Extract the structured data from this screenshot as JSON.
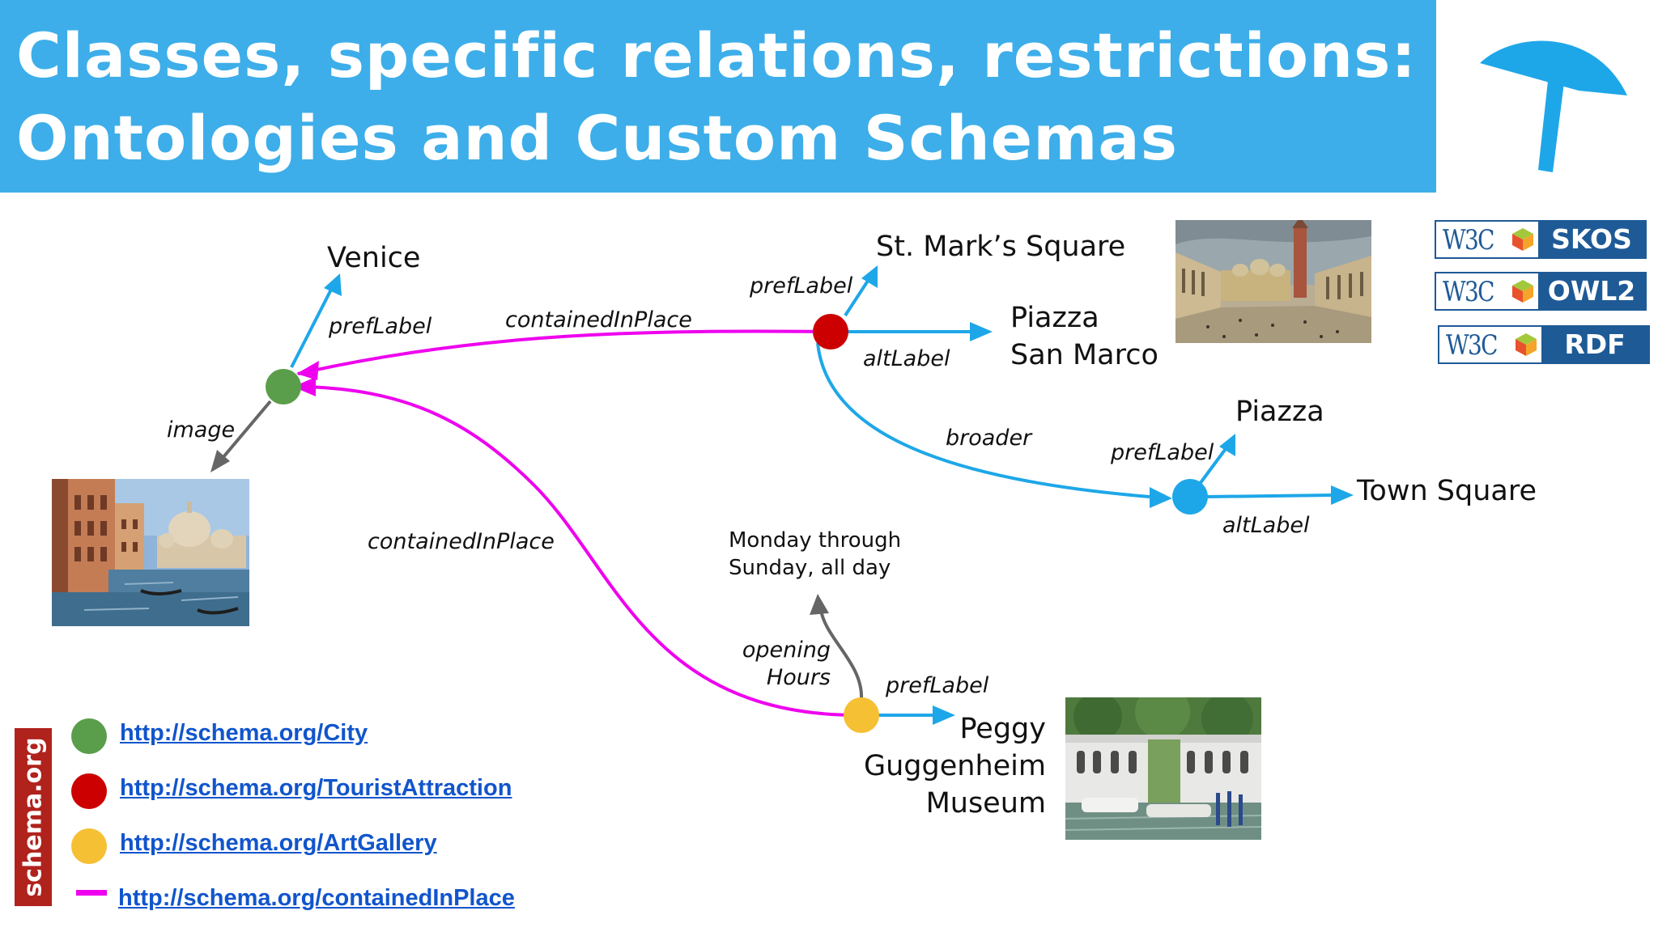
{
  "header": {
    "title_line1": "Classes, specific relations, restrictions:",
    "title_line2": "Ontologies and Custom Schemas",
    "background": "#3daee9"
  },
  "colors": {
    "city": "#5a9e4b",
    "tourist_attraction": "#cc0000",
    "art_gallery": "#f5c033",
    "concept": "#1ea7e8",
    "contained_in_place": "#ee00ee",
    "skos_edges": "#1ea7e8",
    "image_edge": "#666666"
  },
  "diagram": {
    "nodes": {
      "venice": "Venice",
      "st_marks_square": "St. Mark’s Square",
      "piazza_san_marco_1": "Piazza",
      "piazza_san_marco_2": "San Marco",
      "piazza": "Piazza",
      "town_square": "Town Square",
      "peggy_1": "Peggy",
      "peggy_2": "Guggenheim",
      "peggy_3": "Museum",
      "hours_1": "Monday through",
      "hours_2": "Sunday, all day"
    },
    "edges": {
      "venice_preflabel": "prefLabel",
      "venice_image": "image",
      "marks_contained": "containedInPlace",
      "marks_preflabel": "prefLabel",
      "marks_altlabel": "altLabel",
      "marks_broader": "broader",
      "piazza_preflabel": "prefLabel",
      "piazza_altlabel": "altLabel",
      "peggy_contained": "containedInPlace",
      "peggy_hours_1": "opening",
      "peggy_hours_2": "Hours",
      "peggy_preflabel": "prefLabel"
    }
  },
  "badges": [
    {
      "left": "W3C",
      "right": "SKOS"
    },
    {
      "left": "W3C",
      "right": "OWL2"
    },
    {
      "left": "W3C",
      "right": "RDF"
    }
  ],
  "logo": {
    "icon": "umbrella-logo-icon",
    "vertical_text": "schema.org"
  },
  "legend": [
    {
      "marker": "dot",
      "color": "#5a9e4b",
      "label": "http://schema.org/City"
    },
    {
      "marker": "dot",
      "color": "#cc0000",
      "label": "http://schema.org/TouristAttraction"
    },
    {
      "marker": "dot",
      "color": "#f5c033",
      "label": "http://schema.org/ArtGallery"
    },
    {
      "marker": "line",
      "color": "#ee00ee",
      "label": "http://schema.org/containedInPlace"
    }
  ]
}
